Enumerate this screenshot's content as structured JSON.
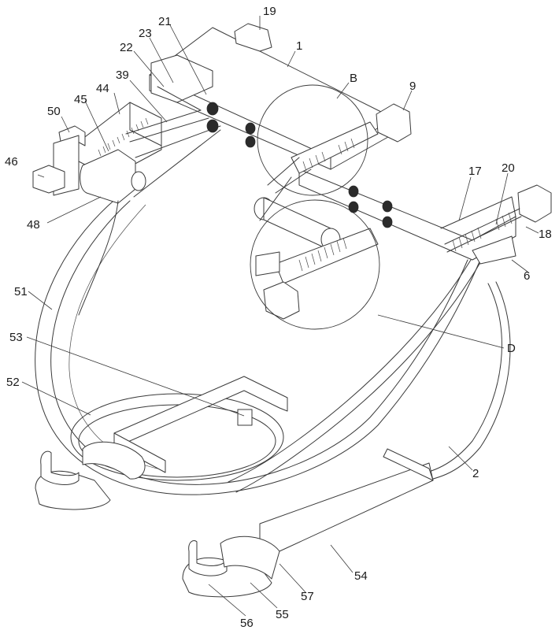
{
  "figure": {
    "type": "patent-isometric-line-drawing",
    "background": "#ffffff",
    "line_color": "#3a3a3a",
    "labels": [
      {
        "id": "19",
        "text": "19"
      },
      {
        "id": "21",
        "text": "21"
      },
      {
        "id": "23",
        "text": "23"
      },
      {
        "id": "1",
        "text": "1"
      },
      {
        "id": "22",
        "text": "22"
      },
      {
        "id": "39",
        "text": "39"
      },
      {
        "id": "44",
        "text": "44"
      },
      {
        "id": "B",
        "text": "B"
      },
      {
        "id": "9",
        "text": "9"
      },
      {
        "id": "50",
        "text": "50"
      },
      {
        "id": "45",
        "text": "45"
      },
      {
        "id": "46",
        "text": "46"
      },
      {
        "id": "17",
        "text": "17"
      },
      {
        "id": "20",
        "text": "20"
      },
      {
        "id": "48",
        "text": "48"
      },
      {
        "id": "18",
        "text": "18"
      },
      {
        "id": "6",
        "text": "6"
      },
      {
        "id": "51",
        "text": "51"
      },
      {
        "id": "D",
        "text": "D"
      },
      {
        "id": "53",
        "text": "53"
      },
      {
        "id": "52",
        "text": "52"
      },
      {
        "id": "2",
        "text": "2"
      },
      {
        "id": "54",
        "text": "54"
      },
      {
        "id": "57",
        "text": "57"
      },
      {
        "id": "55",
        "text": "55"
      },
      {
        "id": "56",
        "text": "56"
      }
    ],
    "detail_circles": [
      "B",
      "D"
    ]
  }
}
